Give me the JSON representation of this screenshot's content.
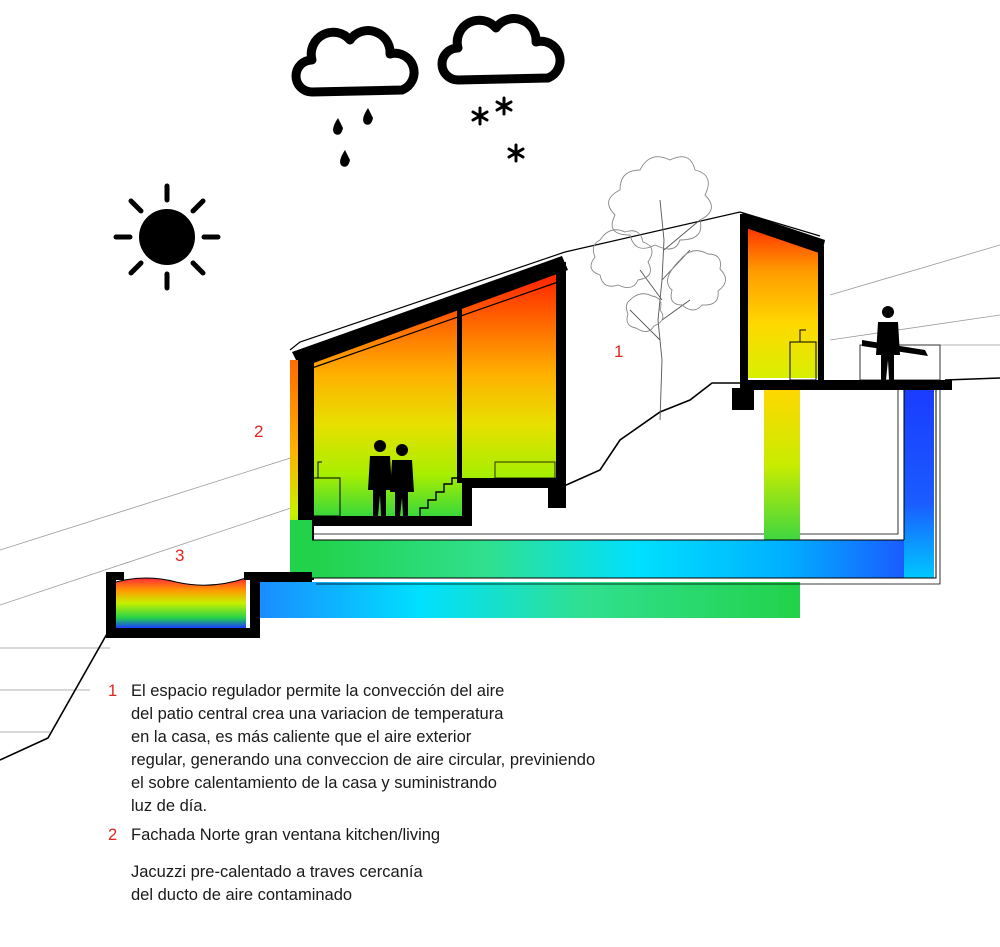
{
  "callouts": {
    "courtyard": "1",
    "north_facade": "2",
    "jacuzzi": "3"
  },
  "legend": [
    {
      "number": "1",
      "text": "El espacio regulador permite la convección del aire\ndel patio central crea una variacion de temperatura\nen la casa, es más caliente que el aire exterior\nregular, generando una conveccion de aire circular, previniendo\nel sobre calentamiento de la casa y suministrando\nluz de día."
    },
    {
      "number": "2",
      "text": "Fachada Norte gran ventana kitchen/living"
    }
  ],
  "legend_note": "Jacuzzi pre-calentado a traves cercanía\ndel ducto de aire contaminado",
  "icons": [
    "rain-cloud-icon",
    "snow-cloud-icon",
    "sun-icon"
  ],
  "colors": {
    "callout": "#e0261f",
    "hot": "#ff1a00",
    "warm": "#ffb000",
    "mild": "#c8f000",
    "temperate": "#33d640",
    "cool": "#00e0ff",
    "cold": "#1a3cff",
    "structure": "#000000"
  }
}
